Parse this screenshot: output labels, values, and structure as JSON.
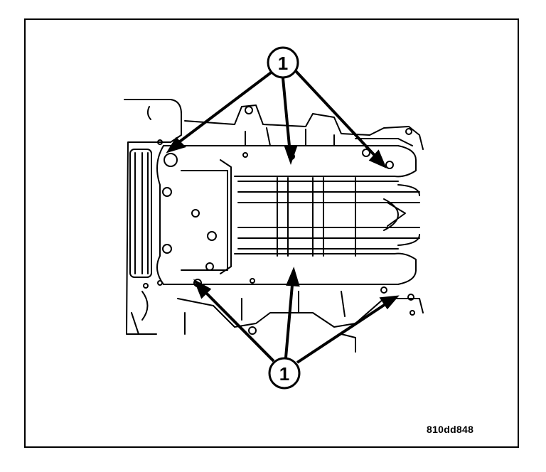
{
  "callouts": {
    "top_label": "1",
    "bottom_label": "1"
  },
  "figure_code": "810dd848",
  "colors": {
    "line": "#000000",
    "background": "#ffffff"
  }
}
